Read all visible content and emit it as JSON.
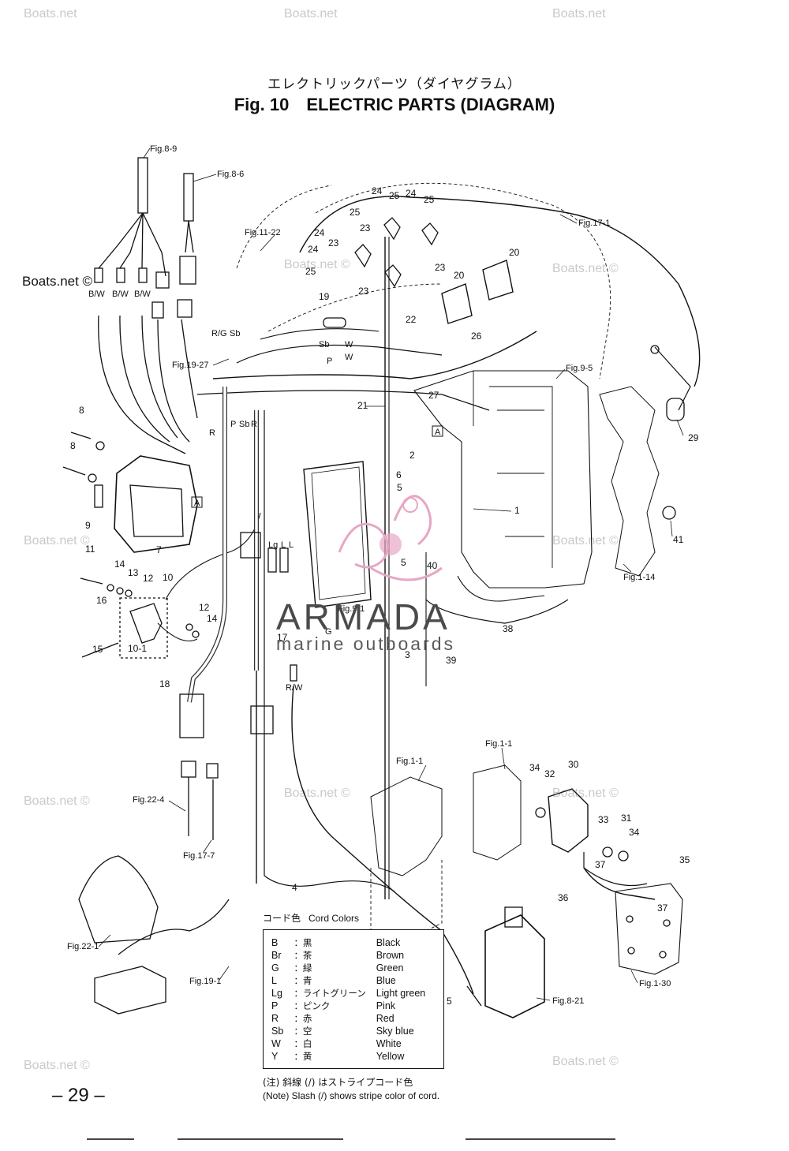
{
  "title": {
    "jp": "エレクトリックパーツ（ダイヤグラム）",
    "fig": "Fig. 10",
    "en": "ELECTRIC PARTS  (DIAGRAM)"
  },
  "watermarks": {
    "text": "Boats.net",
    "copy": "Boats.net ©"
  },
  "brand": {
    "name": "ARMADA",
    "sub": "marine outboards",
    "accent_color": "#e7a6c4"
  },
  "references": {
    "fig8_9": "Fig.8-9",
    "fig8_6": "Fig.8-6",
    "fig11_22": "Fig.11-22",
    "fig17_1": "Fig.17-1",
    "fig19_27": "Fig.19-27",
    "fig9_5": "Fig.9-5",
    "fig9_1": "Fig.9-1",
    "fig1_14": "Fig.1-14",
    "fig1_1a": "Fig.1-1",
    "fig1_1b": "Fig.1-1",
    "fig22_4": "Fig.22-4",
    "fig17_7": "Fig.17-7",
    "fig22_1": "Fig.22-1",
    "fig19_1": "Fig.19-1",
    "fig8_21": "Fig.8-21",
    "fig1_30": "Fig.1-30"
  },
  "wire_labels": {
    "bw1": "B/W",
    "bw2": "B/W",
    "bw3": "B/W",
    "rg": "R/G",
    "sb1": "Sb",
    "sb2": "Sb",
    "p1": "P",
    "w1": "W",
    "w2": "W",
    "r1": "R",
    "p2": "P",
    "sb3": "Sb",
    "r2": "R",
    "lg": "Lg",
    "l": "L",
    "l2": "L",
    "g": "G",
    "rw": "R/W",
    "a1": "A",
    "a2": "A"
  },
  "part_numbers": {
    "n1": "1",
    "n2": "2",
    "n3": "3",
    "n4": "4",
    "n5a": "5",
    "n5b": "5",
    "n5c": "5",
    "n6": "6",
    "n7": "7",
    "n8a": "8",
    "n8b": "8",
    "n9": "9",
    "n10": "10",
    "n10_1": "10-1",
    "n11": "11",
    "n12a": "12",
    "n12b": "12",
    "n13": "13",
    "n14a": "14",
    "n14b": "14",
    "n15": "15",
    "n16": "16",
    "n17": "17",
    "n18": "18",
    "n19": "19",
    "n20a": "20",
    "n20b": "20",
    "n21": "21",
    "n22": "22",
    "n23a": "23",
    "n23b": "23",
    "n23c": "23",
    "n23d": "23",
    "n24a": "24",
    "n24b": "24",
    "n24c": "24",
    "n24d": "24",
    "n25a": "25",
    "n25b": "25",
    "n25c": "25",
    "n25d": "25",
    "n26": "26",
    "n27": "27",
    "n29": "29",
    "n30": "30",
    "n31": "31",
    "n32": "32",
    "n33": "33",
    "n34a": "34",
    "n34b": "34",
    "n35": "35",
    "n36": "36",
    "n37a": "37",
    "n37b": "37",
    "n38": "38",
    "n39": "39",
    "n40": "40",
    "n41": "41"
  },
  "cord_colors": {
    "heading_jp": "コード色",
    "heading_en": "Cord Colors",
    "rows": [
      {
        "code": "B",
        "jp": "：黒",
        "en": "Black"
      },
      {
        "code": "Br",
        "jp": "：茶",
        "en": "Brown"
      },
      {
        "code": "G",
        "jp": "：緑",
        "en": "Green"
      },
      {
        "code": "L",
        "jp": "：青",
        "en": "Blue"
      },
      {
        "code": "Lg",
        "jp": "：ライトグリーン",
        "en": "Light green"
      },
      {
        "code": "P",
        "jp": "：ピンク",
        "en": "Pink"
      },
      {
        "code": "R",
        "jp": "：赤",
        "en": "Red"
      },
      {
        "code": "Sb",
        "jp": "：空",
        "en": "Sky blue"
      },
      {
        "code": "W",
        "jp": "：白",
        "en": "White"
      },
      {
        "code": "Y",
        "jp": "：黄",
        "en": "Yellow"
      }
    ]
  },
  "note": {
    "jp": "(注) 斜線 (/) はストライプコード色",
    "en": "(Note)  Slash  (/)  shows stripe color of cord."
  },
  "page": "– 29 –"
}
